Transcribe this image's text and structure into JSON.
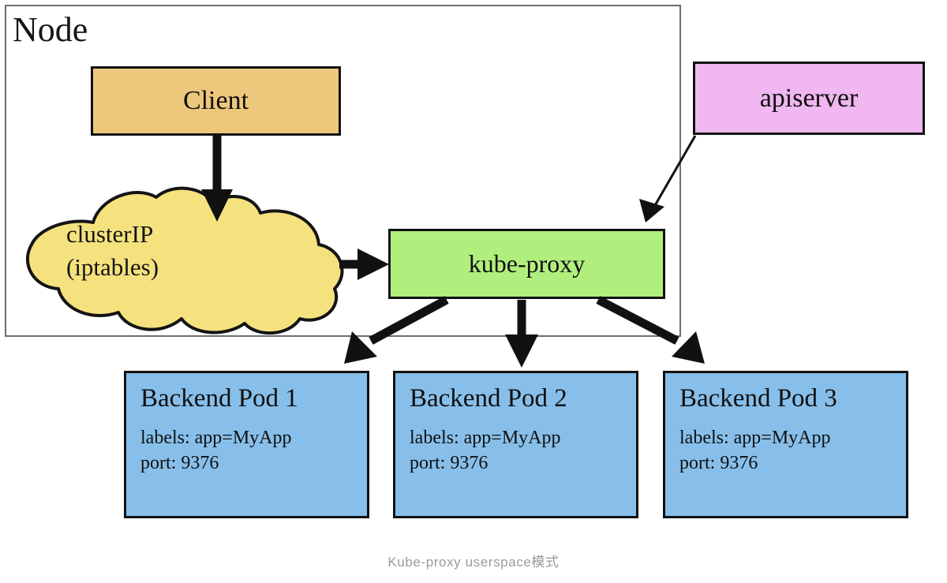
{
  "caption": "Kube-proxy userspace模式",
  "diagram": {
    "node_label": "Node",
    "client": {
      "label": "Client"
    },
    "apiserver": {
      "label": "apiserver"
    },
    "kube_proxy": {
      "label": "kube-proxy"
    },
    "cloud": {
      "line1": "clusterIP",
      "line2": "(iptables)"
    },
    "pods": [
      {
        "title": "Backend Pod 1",
        "labels": "labels: app=MyApp",
        "port": "port: 9376"
      },
      {
        "title": "Backend Pod 2",
        "labels": "labels: app=MyApp",
        "port": "port: 9376"
      },
      {
        "title": "Backend Pod 3",
        "labels": "labels: app=MyApp",
        "port": "port: 9376"
      }
    ]
  },
  "colors": {
    "client_fill": "#edc87c",
    "apiserver_fill": "#f0b7f0",
    "kube_proxy_fill": "#b0ef7d",
    "cloud_fill": "#f5e27e",
    "pod_fill": "#87bfea",
    "stroke": "#111111",
    "node_frame": "#6e6e6e",
    "caption_text": "#9a9a9a"
  }
}
